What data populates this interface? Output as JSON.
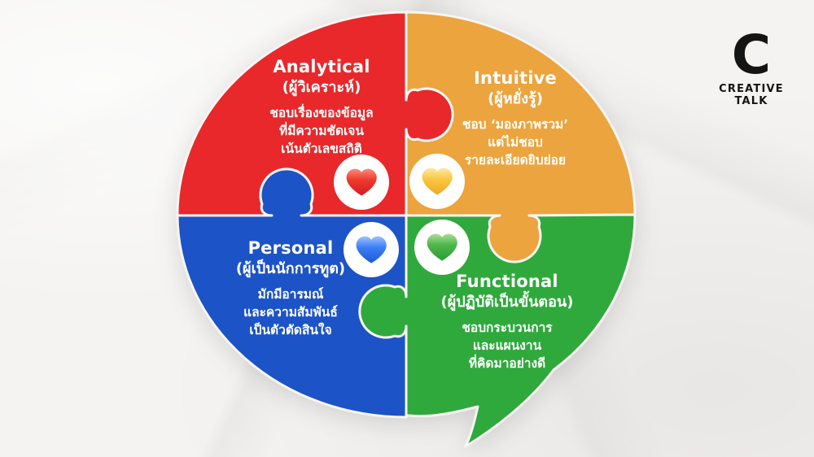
{
  "logo": {
    "letter": "C",
    "line1": "CREATIVE",
    "line2": "TALK",
    "color": "#141414"
  },
  "quadrants": [
    {
      "key": "analytical",
      "title": "Analytical",
      "subtitle": "(ผู้วิเคราะห์)",
      "lines": [
        "ชอบเรื่องของข้อมูล",
        "ที่มีความชัดเจน",
        "เน้นตัวเลขสถิติ"
      ],
      "color": "#e8282b",
      "heart": "red-heart"
    },
    {
      "key": "intuitive",
      "title": "Intuitive",
      "subtitle": "(ผู้หยั่งรู้)",
      "lines": [
        "ชอบ ‘มองภาพรวม’",
        "แต่ไม่ชอบ",
        "รายละเอียดยิบย่อย"
      ],
      "color": "#eca43e",
      "heart": "yellow-heart"
    },
    {
      "key": "personal",
      "title": "Personal",
      "subtitle": "(ผู้เป็นนักการทูต)",
      "lines": [
        "มักมีอารมณ์",
        "และความสัมพันธ์",
        "เป็นตัวตัดสินใจ"
      ],
      "color": "#1c53c6",
      "heart": "blue-heart"
    },
    {
      "key": "functional",
      "title": "Functional",
      "subtitle": "(ผู้ปฏิบัติเป็นขั้นตอน)",
      "lines": [
        "ชอบกระบวนการ",
        "และแผนงาน",
        "ที่คิดมาอย่างดี"
      ],
      "color": "#2fa93c",
      "heart": "green-heart"
    }
  ],
  "hearts": {
    "red": "#ee392c",
    "yellow": "#fac73f",
    "blue": "#3d7ef5",
    "green": "#4cb64a",
    "badge_background": "#ffffff"
  }
}
